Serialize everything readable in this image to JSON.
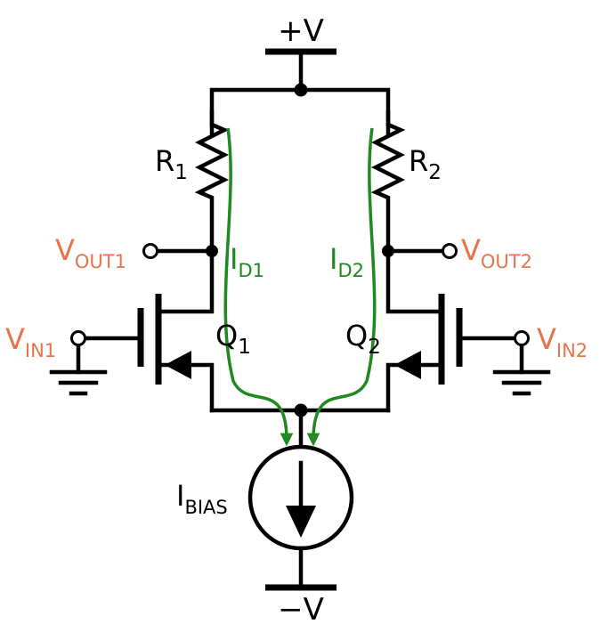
{
  "colors": {
    "wire": "#000000",
    "current": "#1f8a1f",
    "io_label": "#e8744a"
  },
  "labels": {
    "supply_pos": "+V",
    "supply_neg": "−V",
    "r1": {
      "main": "R",
      "sub": "1"
    },
    "r2": {
      "main": "R",
      "sub": "2"
    },
    "vout1": {
      "main": "V",
      "sub": "OUT1"
    },
    "vout2": {
      "main": "V",
      "sub": "OUT2"
    },
    "vin1": {
      "main": "V",
      "sub": "IN1"
    },
    "vin2": {
      "main": "V",
      "sub": "IN2"
    },
    "q1": {
      "main": "Q",
      "sub": "1"
    },
    "q2": {
      "main": "Q",
      "sub": "2"
    },
    "id1": {
      "main": "I",
      "sub": "D1"
    },
    "id2": {
      "main": "I",
      "sub": "D2"
    },
    "ibias": {
      "main": "I",
      "sub": "BIAS"
    }
  }
}
